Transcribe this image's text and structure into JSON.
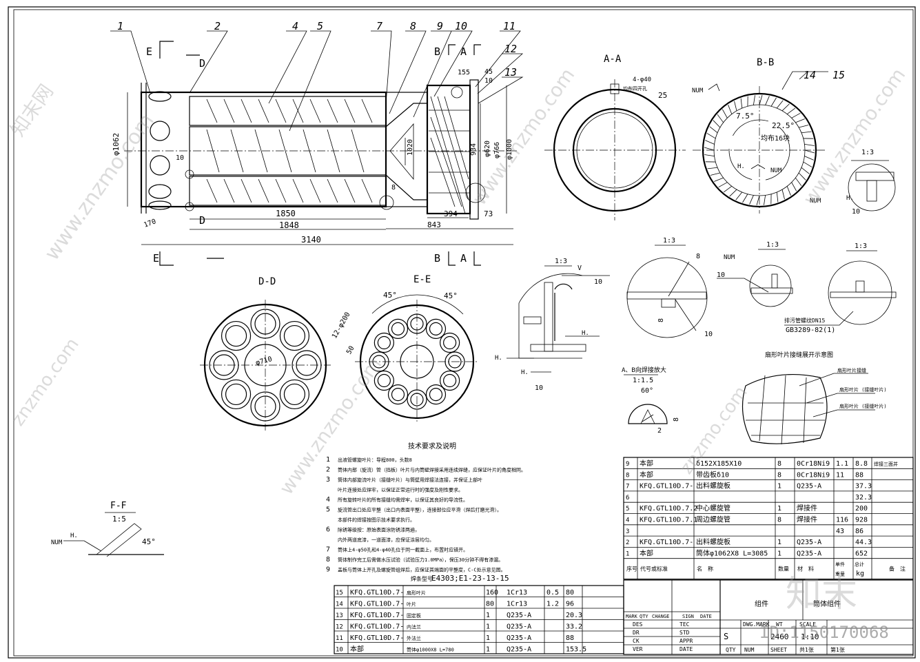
{
  "balloons": [
    "1",
    "2",
    "4",
    "5",
    "7",
    "8",
    "9",
    "10",
    "11",
    "12",
    "13",
    "14",
    "15"
  ],
  "section_marks": {
    "E": "E",
    "D": "D",
    "B": "B",
    "A": "A"
  },
  "view_titles": {
    "aa": "A-A",
    "bb": "B-B",
    "dd": "D-D",
    "ee": "E-E",
    "ff": "F-F",
    "ff_scale": "1:5",
    "scale_13": "1:3",
    "ab_weld": "A、B向焊接放大",
    "ab_scale": "1:1.5",
    "fan_note": "扇形叶片接缝展开示意图"
  },
  "dims": {
    "d1062": "φ1062",
    "d1020": "1020",
    "d934": "934",
    "d766": "φ766",
    "d620": "φ620",
    "d1000": "φ1000",
    "l1850": "1850",
    "l1848": "1848",
    "l3140": "3140",
    "l843": "843",
    "l394": "394",
    "l73": "73",
    "l170": "170",
    "l10": "10",
    "l8": "8",
    "l155": "155",
    "l45": "45",
    "l10b": "10",
    "aa_hole": "4-φ40",
    "aa_note": "均布四开孔",
    "aa_25": "25",
    "bb_75": "7.5°",
    "bb_225": "22.5°",
    "bb_16": "均布16块",
    "ee_45a": "45°",
    "ee_45b": "45°",
    "ee_holes": "12-φ200",
    "ee_50": "50",
    "dd_710": "φ710",
    "ff_45": "45°",
    "ab_60": "60°",
    "ab_8": "8",
    "ab_2": "2",
    "w10": "10",
    "w8": "8",
    "w10b": "10",
    "dn15": "排污管螺纹DN15",
    "gb": "GB3289-82(1)"
  },
  "weld": {
    "num": "NUM",
    "h": "H.",
    "v": "V"
  },
  "fan_labels": [
    "扇形叶片接缝",
    "扇形叶片 (接缝叶片)",
    "扇形叶片 (接缝叶片)"
  ],
  "tech": {
    "title": "技术要求及说明",
    "items": [
      {
        "n": "1",
        "t": "出液管螺旋叶片：导程800，头数8"
      },
      {
        "n": "2",
        "t": "筒体内部（旋流）管（挡板）叶片与内筒壁焊接采用连续焊缝，应保证叶片的角度相同。"
      },
      {
        "n": "3",
        "t": "筒体内部旋流叶片（接缝叶片）与筒壁用焊接法连接，并保证上部叶"
      },
      {
        "n": "",
        "t": "叶片连接处应焊牢，以保证正常运行时的强度及刚性要求。"
      },
      {
        "n": "4",
        "t": "所有旋转叶片的所有接缝均需焊牢，以保证其良好的导流性。"
      },
      {
        "n": "5",
        "t": "旋流管出口处应平整（出口内表面平整），连接部位应平滑（焊后打磨光滑）。"
      },
      {
        "n": "",
        "t": "本部件的焊接按图示技术要求执行。"
      },
      {
        "n": "6",
        "t": "除锈等级按：原始表面涂防锈漆两遍，"
      },
      {
        "n": "",
        "t": "内外两道底漆，一道面漆，应保证涂层均匀。"
      },
      {
        "n": "7",
        "t": "筒体上4-φ50孔和4-φ40孔位于同一截面上，布置时应错开。"
      },
      {
        "n": "8",
        "t": "筒体制作完工后需做水压试验（试验压力1.0MPa），保压30分钟不得有渗漏。"
      },
      {
        "n": "9",
        "t": "盖板与筒体上开孔及螺旋管组焊后，应保证其端面的平整度，C-C处示意见图。"
      }
    ],
    "electrode_label": "焊条型号",
    "electrode": "E4303;E1-23-13-15"
  },
  "bom_upper": [
    {
      "no": "9",
      "code": "本部",
      "name": "δ152X185X10",
      "qty": "8",
      "mat": "0Cr18Ni9",
      "w1": "1.1",
      "w2": "8.8",
      "note": "焊接三面并"
    },
    {
      "no": "8",
      "code": "本部",
      "name": "带齿板δ10",
      "qty": "8",
      "mat": "0Cr18Ni9",
      "w1": "11",
      "w2": "88",
      "note": ""
    },
    {
      "no": "7",
      "code": "KFQ.GTL10D.7-",
      "name": "出料螺旋板",
      "qty": "1",
      "mat": "Q235-A",
      "w1": "",
      "w2": "37.3",
      "note": ""
    },
    {
      "no": "6",
      "code": "",
      "name": "",
      "qty": "",
      "mat": "",
      "w1": "",
      "w2": "32.3",
      "note": ""
    },
    {
      "no": "5",
      "code": "KFQ.GTL10D.7.2",
      "name": "中心螺旋管",
      "qty": "1",
      "mat": "焊接件",
      "w1": "",
      "w2": "200",
      "note": ""
    },
    {
      "no": "4",
      "code": "KFQ.GTL10D.7.1",
      "name": "周边螺旋管",
      "qty": "8",
      "mat": "焊接件",
      "w1": "116",
      "w2": "928",
      "note": ""
    },
    {
      "no": "3",
      "code": "",
      "name": "",
      "qty": "",
      "mat": "",
      "w1": "43",
      "w2": "86",
      "note": ""
    },
    {
      "no": "2",
      "code": "KFQ.GTL10D.7-",
      "name": "出料螺旋板",
      "qty": "1",
      "mat": "Q235-A",
      "w1": "",
      "w2": "44.3",
      "note": ""
    },
    {
      "no": "1",
      "code": "本部",
      "name": "筒体φ1062X8 L=3085",
      "qty": "1",
      "mat": "Q235-A",
      "w1": "",
      "w2": "652",
      "note": ""
    }
  ],
  "bom_upper_header": {
    "no": "序号",
    "code": "代号或标准",
    "name": "名　称",
    "qty": "数量",
    "mat": "材　料",
    "w1": "单件",
    "w2": "总计",
    "wlabel": "重量",
    "unit": "kg",
    "note": "备　注"
  },
  "bom_lower": [
    {
      "no": "15",
      "code": "KFQ.GTL10D.7-",
      "name": "扇形叶片",
      "qty": "160",
      "mat": "1Cr13",
      "w1": "0.5",
      "w2": "80"
    },
    {
      "no": "14",
      "code": "KFQ.GTL10D.7-",
      "name": "叶片",
      "qty": "80",
      "mat": "1Cr13",
      "w1": "1.2",
      "w2": "96"
    },
    {
      "no": "13",
      "code": "KFQ.GTL10D.7-",
      "name": "固定板",
      "qty": "1",
      "mat": "Q235-A",
      "w1": "",
      "w2": "20.3"
    },
    {
      "no": "12",
      "code": "KFQ.GTL10D.7-",
      "name": "内法兰",
      "qty": "1",
      "mat": "Q235-A",
      "w1": "",
      "w2": "33.2"
    },
    {
      "no": "11",
      "code": "KFQ.GTL10D.7-",
      "name": "外法兰",
      "qty": "1",
      "mat": "Q235-A",
      "w1": "",
      "w2": "88"
    },
    {
      "no": "10",
      "code": "本部",
      "name": "筒体φ1000X8 L=780",
      "qty": "1",
      "mat": "Q235-A",
      "w1": "",
      "w2": "153.5"
    }
  ],
  "title_block": {
    "assembly": "组件",
    "part": "筒体组件",
    "labels": [
      "MARK",
      "QTY",
      "CHANGE",
      "SIGN",
      "DATE"
    ],
    "roles": [
      "DES",
      "DR",
      "CK",
      "VER"
    ],
    "roles2": [
      "TEC",
      "STD",
      "APPR",
      "DATE"
    ],
    "dwg": "DWG.MARK",
    "wt": "WT",
    "scale": "SCALE",
    "s": "S",
    "wt_val": "2460",
    "scale_val": "1:10",
    "qty": "QTY",
    "num": "NUM",
    "sheet": "SHEET",
    "sheet_val": "共1张",
    "sheet_val2": "第1张"
  },
  "watermarks": [
    "www.znzmo.com",
    "知末网",
    "znzmo.com",
    "知末"
  ],
  "id_footer": "ID:1150170068"
}
